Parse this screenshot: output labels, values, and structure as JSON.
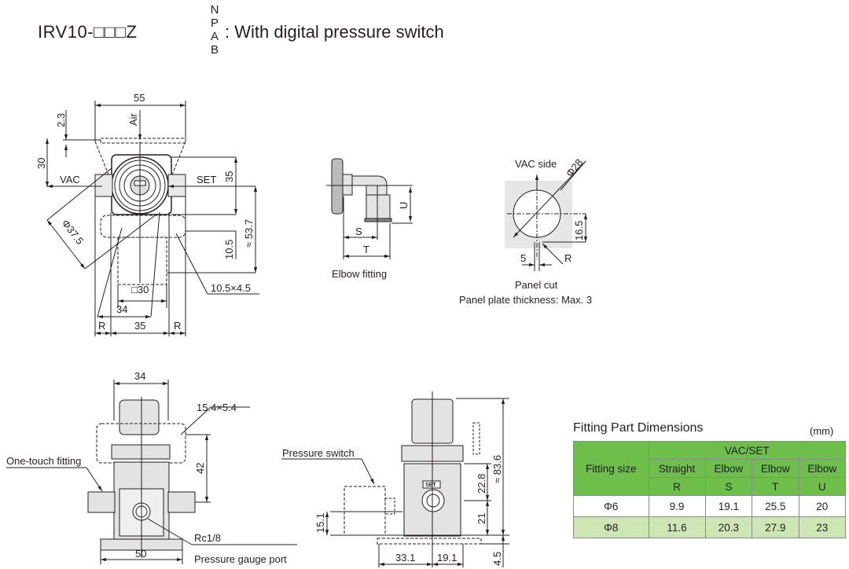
{
  "title": {
    "model_code": "IRV10-□□□Z",
    "suffix_options": [
      "N",
      "P",
      "A",
      "B"
    ],
    "description": ": With digital pressure switch"
  },
  "top_view": {
    "dims": {
      "width_top": "55",
      "air": "Air",
      "d2_3": "2.3",
      "d30": "30",
      "vac": "VAC",
      "set": "SET",
      "d35_v": "35",
      "d53_7": "≈ 53.7",
      "d10_5": "10.5",
      "dia37_5": "Φ37.5",
      "slot": "10.5×4.5",
      "sq30": "□30",
      "d34": "34",
      "r_left": "R",
      "d35_h": "35",
      "r_right": "R"
    }
  },
  "elbow_view": {
    "caption": "Elbow fitting",
    "dims": {
      "u": "U",
      "s": "S",
      "t": "T"
    }
  },
  "panel_cut": {
    "caption1": "Panel cut",
    "caption2": "Panel plate thickness: Max. 3",
    "dims": {
      "vac_side": "VAC side",
      "dia28": "Φ28",
      "d16_5": "16.5",
      "d5": "5",
      "r": "R"
    }
  },
  "front_view": {
    "dims": {
      "d34": "34",
      "slot": "15.4×5.4",
      "d42": "42",
      "d50": "50",
      "one_touch": "One-touch fitting",
      "rc": "Rc1/8",
      "gauge_port": "Pressure gauge port"
    }
  },
  "side_view": {
    "dims": {
      "pressure_switch": "Pressure switch",
      "d83_6": "≈ 83.6",
      "d22_8": "22.8",
      "d21": "21",
      "d15_1": "15.1",
      "d4_5": "4.5",
      "d33_1": "33.1",
      "d19_1": "19.1",
      "set_label": "SET"
    }
  },
  "fitting_table": {
    "title": "Fitting Part Dimensions",
    "unit": "(mm)",
    "header_group": "VAC/SET",
    "row_header": "Fitting size",
    "types": [
      "Straight",
      "Elbow",
      "Elbow",
      "Elbow"
    ],
    "symbols": [
      "R",
      "S",
      "T",
      "U"
    ],
    "rows": [
      {
        "size": "Φ6",
        "values": [
          "9.9",
          "19.1",
          "25.5",
          "20"
        ]
      },
      {
        "size": "Φ8",
        "values": [
          "11.6",
          "20.3",
          "27.9",
          "23"
        ]
      }
    ],
    "colors": {
      "header": "#6dbe4b",
      "alt_row": "#cde6b4"
    }
  }
}
